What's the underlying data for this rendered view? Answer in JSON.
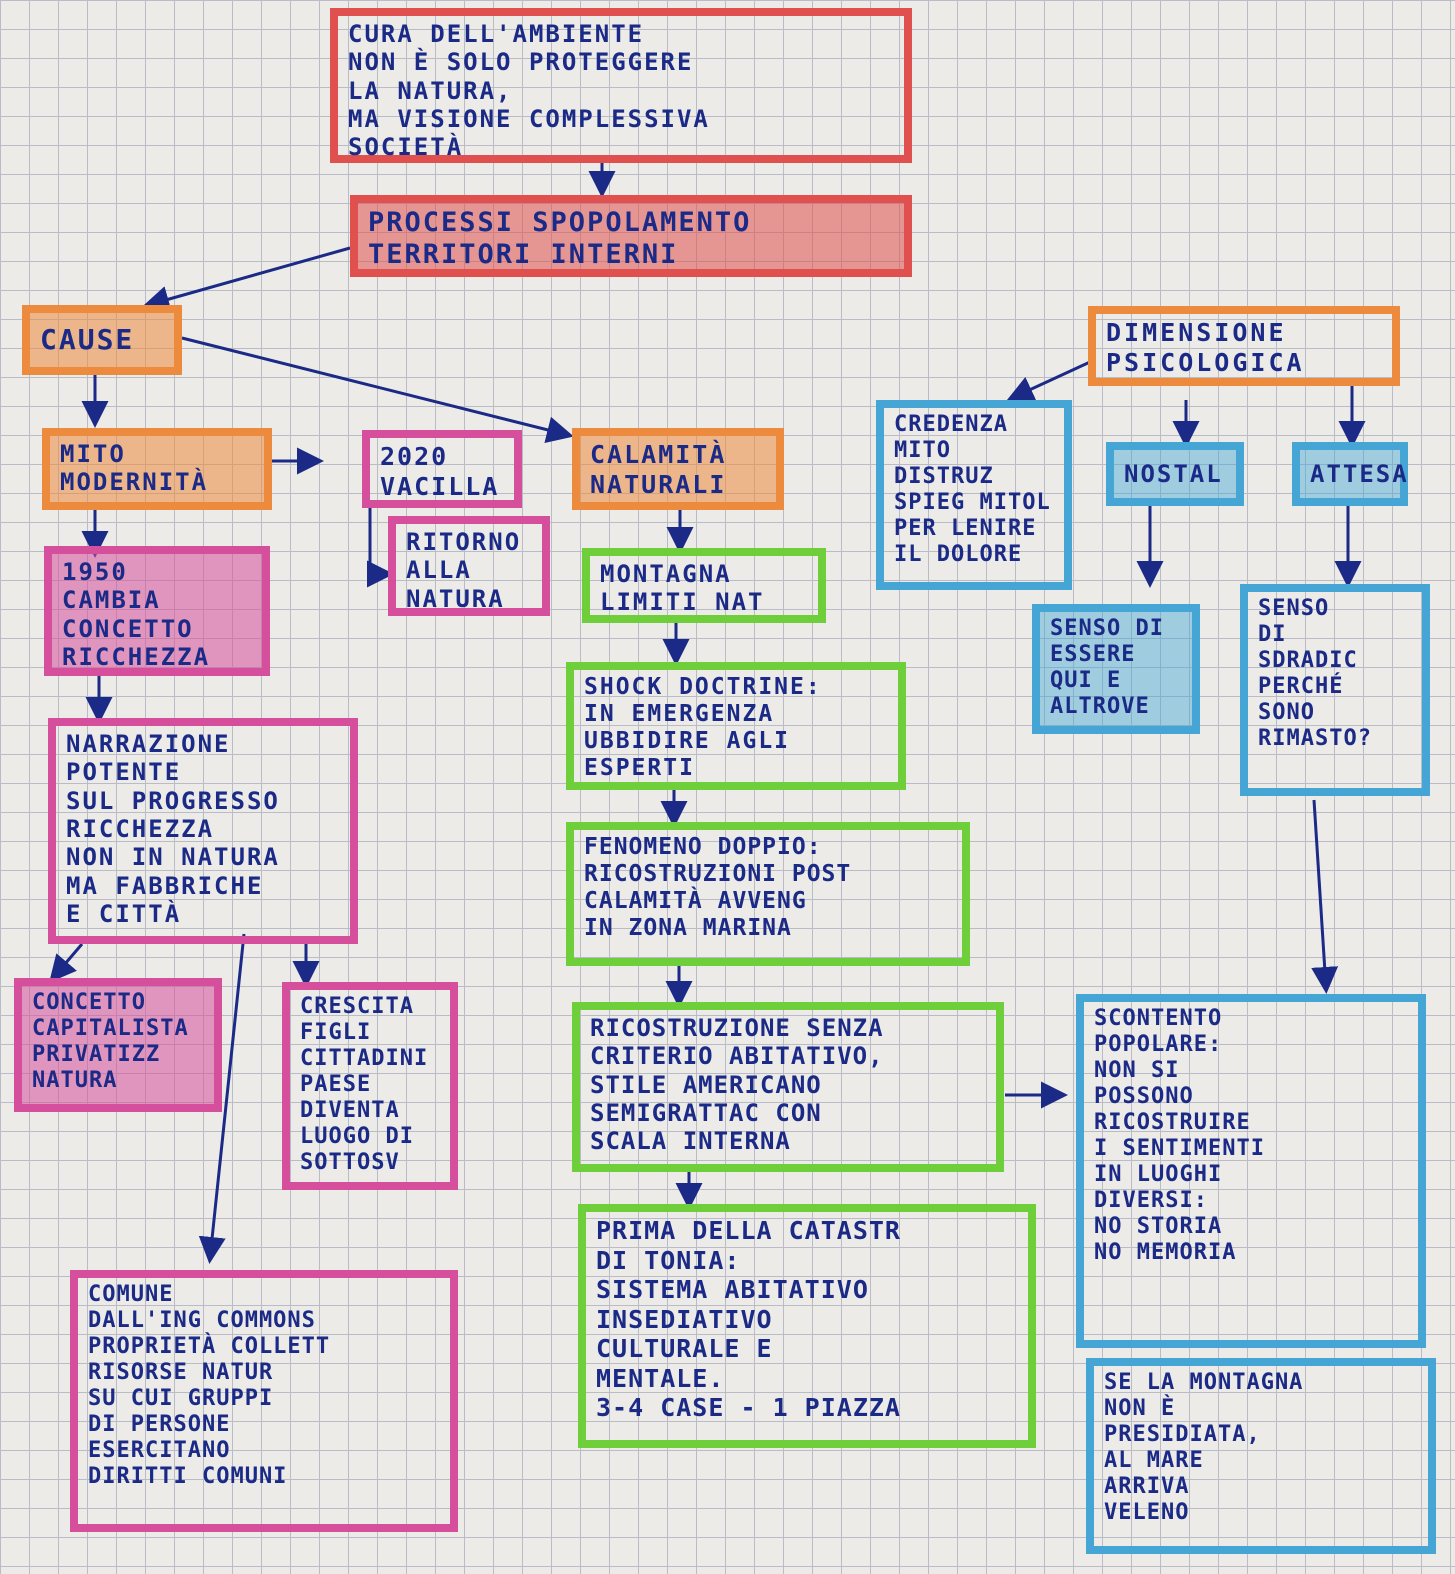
{
  "colors": {
    "red": "#e0504f",
    "orange": "#ec8a3e",
    "pink": "#d64f9c",
    "green": "#6fcf3b",
    "blue": "#45a6d6",
    "ink": "#1b2a86"
  },
  "boxes": {
    "cura": [
      "CURA DELL'AMBIENTE",
      "NON È SOLO PROTEGGERE",
      "LA NATURA,",
      "MA VISIONE COMPLESSIVA",
      "SOCIETÀ"
    ],
    "processi": [
      "PROCESSI SPOPOLAMENTO",
      "TERRITORI INTERNI"
    ],
    "cause": [
      "CAUSE"
    ],
    "mito": [
      "MITO",
      "MODERNITÀ"
    ],
    "vacilla": [
      "2020",
      "VACILLA"
    ],
    "ritorno": [
      "RITORNO",
      "ALLA",
      "NATURA"
    ],
    "calamita": [
      "CALAMITÀ",
      "NATURALI"
    ],
    "cambia": [
      "1950",
      "CAMBIA",
      "CONCETTO",
      "RICCHEZZA"
    ],
    "narrazione": [
      "NARRAZIONE",
      "POTENTE",
      "SUL PROGRESSO",
      "RICCHEZZA",
      "NON IN NATURA",
      "MA FABBRICHE",
      "E CITTÀ"
    ],
    "concetto": [
      "CONCETTO",
      "CAPITALISTA",
      "PRIVATIZZ",
      "NATURA"
    ],
    "crescita": [
      "CRESCITA",
      "FIGLI",
      "CITTADINI",
      "PAESE",
      "DIVENTA",
      "LUOGO DI",
      "SOTTOSV"
    ],
    "comune": [
      "COMUNE",
      "DALL'ING COMMONS",
      "PROPRIETÀ COLLETT",
      "RISORSE NATUR",
      "SU CUI GRUPPI",
      "DI PERSONE",
      "ESERCITANO",
      "DIRITTI COMUNI"
    ],
    "montagna": [
      "MONTAGNA",
      "LIMITI NAT"
    ],
    "shock": [
      "SHOCK DOCTRINE:",
      "IN EMERGENZA",
      "UBBIDIRE AGLI",
      "ESPERTI"
    ],
    "fenomeno": [
      "FENOMENO DOPPIO:",
      "RICOSTRUZIONI POST",
      "CALAMITÀ AVVENG",
      "IN ZONA MARINA"
    ],
    "ricostruzione": [
      "RICOSTRUZIONE SENZA",
      "CRITERIO ABITATIVO,",
      "STILE AMERICANO",
      "SEMIGRATTAC CON",
      "SCALA INTERNA"
    ],
    "prima": [
      "PRIMA DELLA CATASTR",
      "DI TONIA:",
      "SISTEMA ABITATIVO",
      "INSEDIATIVO",
      "CULTURALE E",
      "MENTALE.",
      "3-4 CASE - 1 PIAZZA"
    ],
    "dimensione": [
      "DIMENSIONE",
      "PSICOLOGICA"
    ],
    "credenza": [
      "CREDENZA",
      "MITO",
      "DISTRUZ",
      "SPIEG MITOL",
      "PER LENIRE",
      "IL DOLORE"
    ],
    "nostal": [
      "NOSTAL"
    ],
    "attesa": [
      "ATTESA"
    ],
    "senso_essere": [
      "SENSO DI",
      "ESSERE",
      "QUI E",
      "ALTROVE"
    ],
    "senso_sdradic": [
      "SENSO",
      "DI",
      "SDRADIC",
      "PERCHÉ",
      "SONO",
      "RIMASTO?"
    ],
    "scontento": [
      "SCONTENTO",
      "POPOLARE:",
      "NON SI",
      "POSSONO",
      "RICOSTRUIRE",
      "I SENTIMENTI",
      "IN LUOGHI",
      "DIVERSI:",
      "NO STORIA",
      "NO MEMORIA"
    ],
    "montagna_mare": [
      "SE LA MONTAGNA",
      "NON È",
      "PRESIDIATA,",
      "AL MARE",
      "ARRIVA",
      "VELENO"
    ]
  }
}
